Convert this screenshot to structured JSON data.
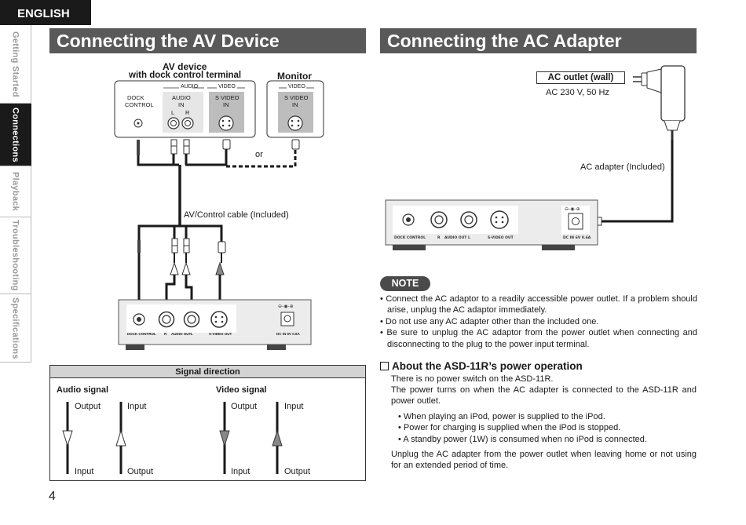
{
  "language_tab": "ENGLISH",
  "side_nav": [
    {
      "label": "Getting Started",
      "active": false
    },
    {
      "label": "Connections",
      "active": true
    },
    {
      "label": "Playback",
      "active": false
    },
    {
      "label": "Troubleshooting",
      "active": false
    },
    {
      "label": "Specifications",
      "active": false
    }
  ],
  "left": {
    "title": "Connecting the AV Device",
    "av_device_label": "AV device",
    "av_device_sublabel": "with dock control terminal",
    "monitor_label": "Monitor",
    "audio_group": "AUDIO",
    "video_group": "VIDEO",
    "dock_control": [
      "DOCK",
      "CONTROL"
    ],
    "audio_in": [
      "AUDIO",
      "IN"
    ],
    "lr": [
      "L",
      "R"
    ],
    "svideo_in": [
      "S VIDEO",
      "IN"
    ],
    "or_label": "or",
    "cable_label": "AV/Control cable (Included)",
    "unit_labels": {
      "dock": "DOCK CONTROL",
      "r": "R",
      "audio_out": "AUDIO OUT",
      "l": "L",
      "svideo": "S-VIDEO OUT",
      "dc": "DC IN 6V 0.6A"
    },
    "signal": {
      "heading": "Signal direction",
      "audio_heading": "Audio signal",
      "video_heading": "Video signal",
      "output": "Output",
      "input": "Input"
    }
  },
  "right": {
    "title": "Connecting the AC Adapter",
    "ac_outlet": "AC outlet (wall)",
    "ac_spec": "AC 230 V, 50 Hz",
    "adapter_label": "AC adapter (Included)",
    "note_badge": "NOTE",
    "notes": [
      "Connect the AC adaptor to a readily accessible power outlet. If a problem should arise, unplug the AC adaptor immediately.",
      "Do not use any AC adapter other than the included one.",
      "Be sure to unplug the AC adaptor from the power outlet when connecting and disconnecting to the plug to the power input terminal."
    ],
    "power_title": "About the ASD-11R’s power operation",
    "power_p1": "There is no power switch on the ASD-11R.",
    "power_p2": "The power turns on when the AC adapter is connected to the ASD-11R and power outlet.",
    "power_bullets": [
      "When playing an iPod, power is supplied to the iPod.",
      "Power for charging is supplied when the iPod is stopped.",
      "A standby power (1W) is consumed when no iPod is connected."
    ],
    "power_p3": "Unplug the AC adapter from the power outlet when leaving home or not using for an extended period of time."
  },
  "page_number": "4"
}
